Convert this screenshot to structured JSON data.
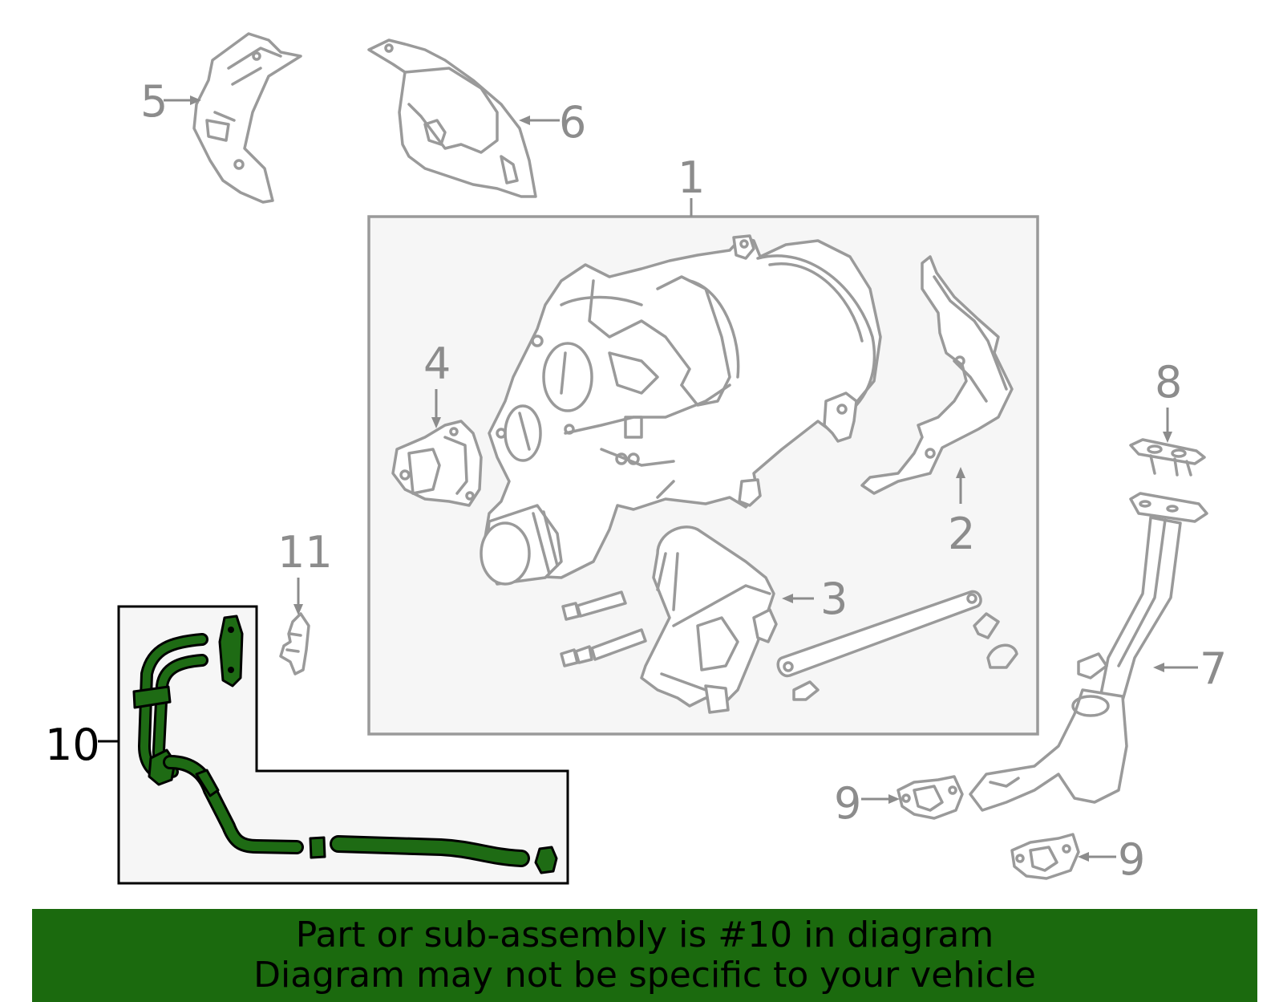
{
  "diagram": {
    "callouts": {
      "c1": "1",
      "c2": "2",
      "c3": "3",
      "c4": "4",
      "c5": "5",
      "c6": "6",
      "c7": "7",
      "c8": "8",
      "c9a": "9",
      "c9b": "9",
      "c10": "10",
      "c11": "11"
    },
    "highlight_part": "10",
    "colors": {
      "highlight": "#1e6b14",
      "banner": "#1b6a0e",
      "lines": "#9a9a9a"
    }
  },
  "banner": {
    "line1": "Part or sub-assembly is #10 in diagram",
    "line2": "Diagram may not be specific to your vehicle"
  }
}
